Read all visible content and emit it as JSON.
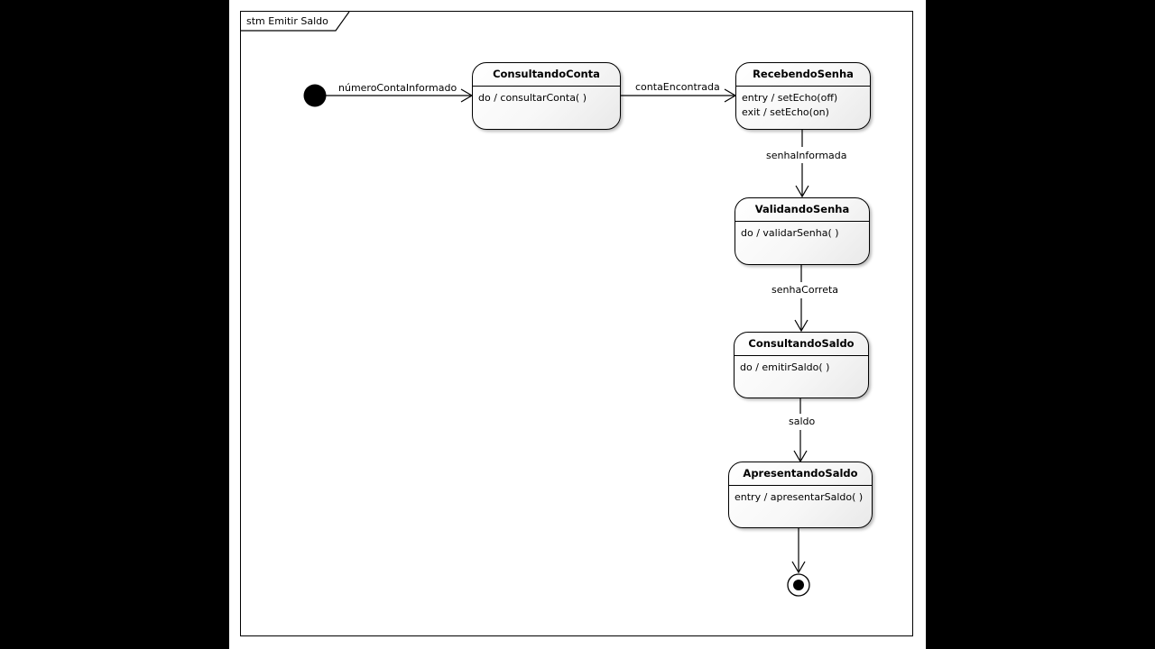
{
  "diagram": {
    "frame_label": "stm Emitir Saldo",
    "states": {
      "consultando_conta": {
        "name": "ConsultandoConta",
        "activities": [
          "do / consultarConta( )"
        ]
      },
      "recebendo_senha": {
        "name": "RecebendoSenha",
        "activities": [
          "entry / setEcho(off)",
          "exit / setEcho(on)"
        ]
      },
      "validando_senha": {
        "name": "ValidandoSenha",
        "activities": [
          "do / validarSenha( )"
        ]
      },
      "consultando_saldo": {
        "name": "ConsultandoSaldo",
        "activities": [
          "do / emitirSaldo( )"
        ]
      },
      "apresentando_saldo": {
        "name": "ApresentandoSaldo",
        "activities": [
          "entry / apresentarSaldo( )"
        ]
      }
    },
    "transitions": {
      "t1": "númeroContaInformado",
      "t2": "contaEncontrada",
      "t3": "senhaInformada",
      "t4": "senhaCorreta",
      "t5": "saldo"
    }
  }
}
